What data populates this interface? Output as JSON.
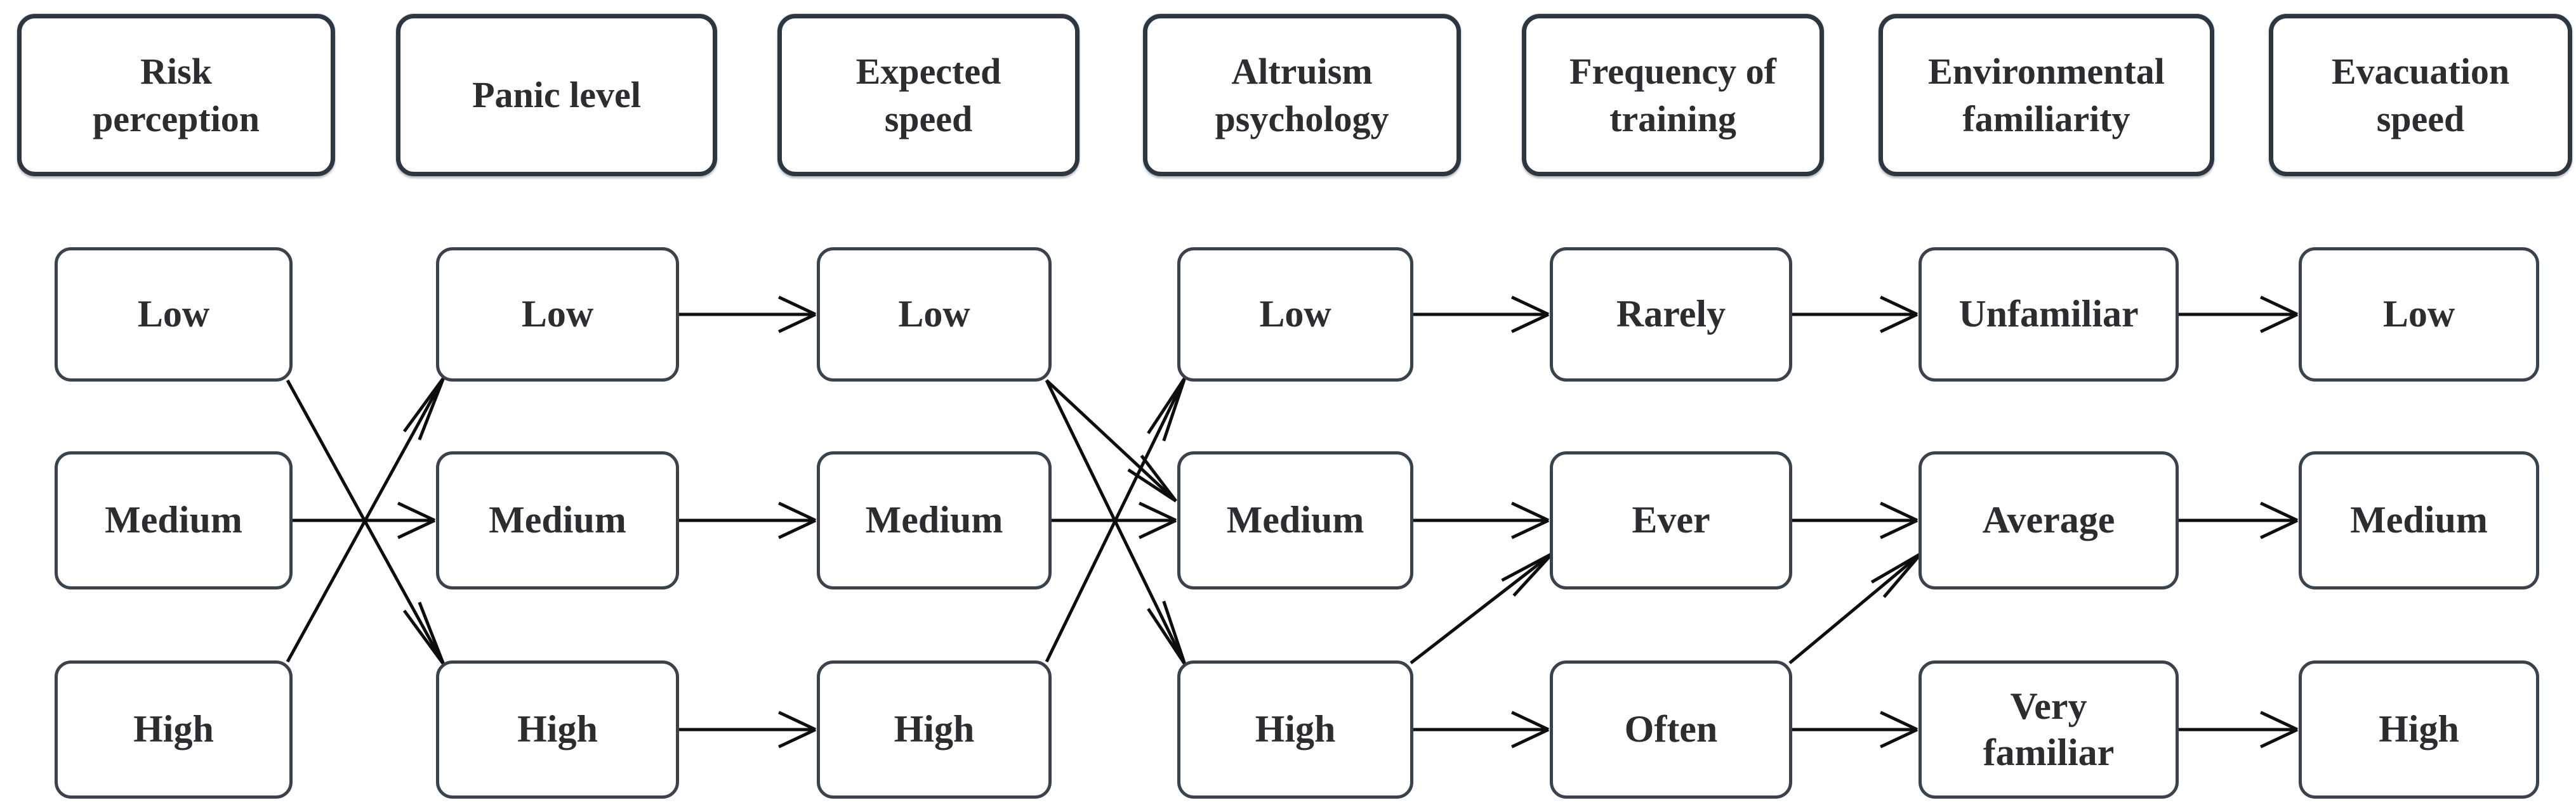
{
  "diagram": {
    "columns": [
      {
        "id": "risk-perception",
        "header": "Risk\nperception",
        "nodes": [
          {
            "id": "risk-low",
            "label": "Low"
          },
          {
            "id": "risk-medium",
            "label": "Medium"
          },
          {
            "id": "risk-high",
            "label": "High"
          }
        ]
      },
      {
        "id": "panic-level",
        "header": "Panic level",
        "nodes": [
          {
            "id": "panic-low",
            "label": "Low"
          },
          {
            "id": "panic-medium",
            "label": "Medium"
          },
          {
            "id": "panic-high",
            "label": "High"
          }
        ]
      },
      {
        "id": "expected-speed",
        "header": "Expected\nspeed",
        "nodes": [
          {
            "id": "expected-low",
            "label": "Low"
          },
          {
            "id": "expected-medium",
            "label": "Medium"
          },
          {
            "id": "expected-high",
            "label": "High"
          }
        ]
      },
      {
        "id": "altruism-psychology",
        "header": "Altruism\npsychology",
        "nodes": [
          {
            "id": "altruism-low",
            "label": "Low"
          },
          {
            "id": "altruism-medium",
            "label": "Medium"
          },
          {
            "id": "altruism-high",
            "label": "High"
          }
        ]
      },
      {
        "id": "frequency-of-training",
        "header": "Frequency of\ntraining",
        "nodes": [
          {
            "id": "training-rarely",
            "label": "Rarely"
          },
          {
            "id": "training-ever",
            "label": "Ever"
          },
          {
            "id": "training-often",
            "label": "Often"
          }
        ]
      },
      {
        "id": "environmental-familiarity",
        "header": "Environmental\nfamiliarity",
        "nodes": [
          {
            "id": "env-unfamiliar",
            "label": "Unfamiliar"
          },
          {
            "id": "env-average",
            "label": "Average"
          },
          {
            "id": "env-very-familiar",
            "label": "Very\nfamiliar"
          }
        ]
      },
      {
        "id": "evacuation-speed",
        "header": "Evacuation\nspeed",
        "nodes": [
          {
            "id": "evac-low",
            "label": "Low"
          },
          {
            "id": "evac-medium",
            "label": "Medium"
          },
          {
            "id": "evac-high",
            "label": "High"
          }
        ]
      }
    ],
    "edges": [
      {
        "from": "risk-low",
        "to": "panic-high"
      },
      {
        "from": "risk-medium",
        "to": "panic-medium"
      },
      {
        "from": "risk-high",
        "to": "panic-low"
      },
      {
        "from": "panic-low",
        "to": "expected-low"
      },
      {
        "from": "panic-medium",
        "to": "expected-medium"
      },
      {
        "from": "panic-high",
        "to": "expected-high"
      },
      {
        "from": "expected-low",
        "to": "altruism-medium"
      },
      {
        "from": "expected-low",
        "to": "altruism-high"
      },
      {
        "from": "expected-medium",
        "to": "altruism-medium"
      },
      {
        "from": "expected-high",
        "to": "altruism-low"
      },
      {
        "from": "altruism-low",
        "to": "training-rarely"
      },
      {
        "from": "altruism-medium",
        "to": "training-ever"
      },
      {
        "from": "altruism-high",
        "to": "training-ever"
      },
      {
        "from": "altruism-high",
        "to": "training-often"
      },
      {
        "from": "training-rarely",
        "to": "env-unfamiliar"
      },
      {
        "from": "training-ever",
        "to": "env-average"
      },
      {
        "from": "training-often",
        "to": "env-average"
      },
      {
        "from": "training-often",
        "to": "env-very-familiar"
      },
      {
        "from": "env-unfamiliar",
        "to": "evac-low"
      },
      {
        "from": "env-average",
        "to": "evac-medium"
      },
      {
        "from": "env-very-familiar",
        "to": "evac-high"
      }
    ],
    "colors": {
      "line": "#0d0d0d",
      "node_border": "#3a434c",
      "header_border": "#2d3741",
      "text": "#2b2d30",
      "background": "#ffffff"
    }
  }
}
